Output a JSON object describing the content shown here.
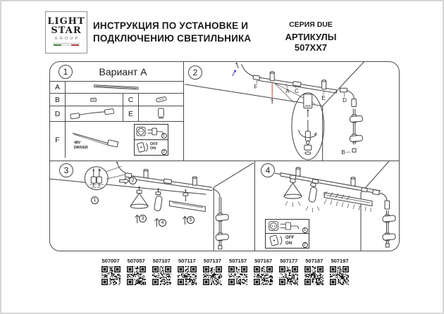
{
  "header": {
    "logo": {
      "line1": "LIGHT",
      "line2": "STAR",
      "line3": "GROUP"
    },
    "title_line1": "ИНСТРУКЦИЯ ПО УСТАНОВКЕ И",
    "title_line2": "ПОДКЛЮЧЕНИЮ СВЕТИЛЬНИКА",
    "series": "СЕРИЯ DUE",
    "articles": "АРТИКУЛЫ 507XX7"
  },
  "panel1": {
    "number": "1",
    "title": "Вариант А",
    "row_labels": {
      "a": "A",
      "b": "B",
      "c": "C",
      "d": "D",
      "e": "E",
      "f": "F"
    },
    "driver_line1": "48V",
    "driver_line2": "DRIVER",
    "power": {
      "step1": "1",
      "step2": "2",
      "off": "OFF",
      "on": "ON"
    }
  },
  "panel2": {
    "number": "2",
    "part_labels": {
      "f": "F",
      "a": "A",
      "c": "C",
      "e": "E",
      "d": "D",
      "b": "B"
    }
  },
  "panel3": {
    "number": "3",
    "wires": {
      "l": "L",
      "n": "N",
      "caption1": "коричн. синий",
      "caption2": "фаза ноль"
    },
    "steps": {
      "s1": "1",
      "s2": "2",
      "s3": "3",
      "s4": "4",
      "s5": "5"
    }
  },
  "panel4": {
    "number": "4",
    "power": {
      "step1": "1",
      "step2": "2",
      "off": "OFF",
      "on": "ON"
    }
  },
  "footer": {
    "articles": [
      "507007",
      "507057",
      "507107",
      "507117",
      "507137",
      "507157",
      "507167",
      "507177",
      "507187",
      "507197"
    ]
  },
  "colors": {
    "accent_blue": "#3a3acc",
    "accent_red": "#cc3b2e",
    "flag_green": "#3f7d3a",
    "flag_red": "#b23b33"
  }
}
